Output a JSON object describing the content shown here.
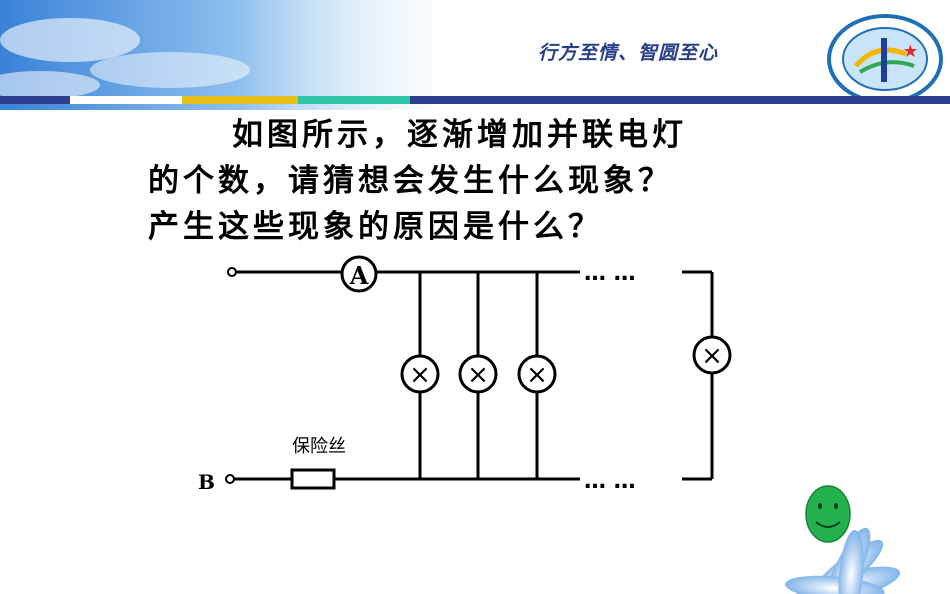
{
  "header": {
    "slogan": "行方至情、智圆至心",
    "logo_label": "school-logo"
  },
  "question": {
    "line1": "如图所示，逐渐增加并联电灯",
    "line2": "的个数，请猜想会发生什么现象？",
    "line3": "产生这些现象的原因是什么？"
  },
  "circuit": {
    "ammeter_label": "A",
    "terminal_b_label": "B",
    "fuse_label": "保险丝",
    "lamp_symbol": "×",
    "ellipsis": "… …"
  },
  "colors": {
    "header_bar_blue": "#2f3f8f",
    "header_bar_yellow": "#e8c21a",
    "header_bar_teal": "#2fc6a8",
    "slogan_color": "#2a3f8a",
    "smiley_green": "#22b14c"
  }
}
